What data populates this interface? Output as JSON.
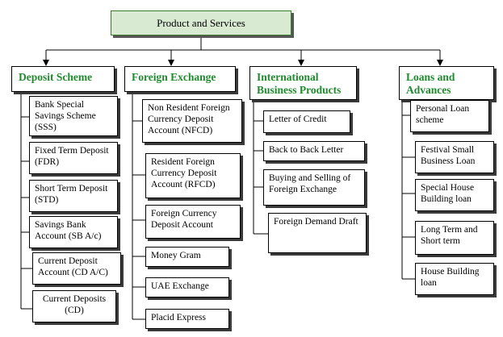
{
  "root": {
    "label": "Product and Services"
  },
  "colors": {
    "heading": "#1f8a2e",
    "root_fill": "#d9ead3"
  },
  "columns": [
    {
      "heading": "Deposit Scheme",
      "items": [
        "Bank Special Savings Scheme (SSS)",
        "Fixed Term Deposit (FDR)",
        "Short Term Deposit (STD)",
        "Savings Bank Account (SB A/c)",
        "Current Deposit Account (CD A/C)",
        "Current Deposits (CD)"
      ]
    },
    {
      "heading": "Foreign Exchange",
      "items": [
        "Non Resident Foreign Currency Deposit Account (NFCD)",
        "Resident Foreign Currency Deposit Account (RFCD)",
        "Foreign Currency Deposit Account",
        "Money Gram",
        "UAE Exchange",
        "Placid Express"
      ]
    },
    {
      "heading": "International Business Products",
      "items": [
        "Letter of Credit",
        "Back to Back Letter",
        "Buying and Selling of Foreign Exchange",
        "Foreign Demand Draft"
      ]
    },
    {
      "heading": "Loans and Advances",
      "items": [
        "Personal Loan scheme",
        "Festival Small Business Loan",
        "Special House Building loan",
        "Long Term and Short term",
        "House Building loan"
      ]
    }
  ]
}
